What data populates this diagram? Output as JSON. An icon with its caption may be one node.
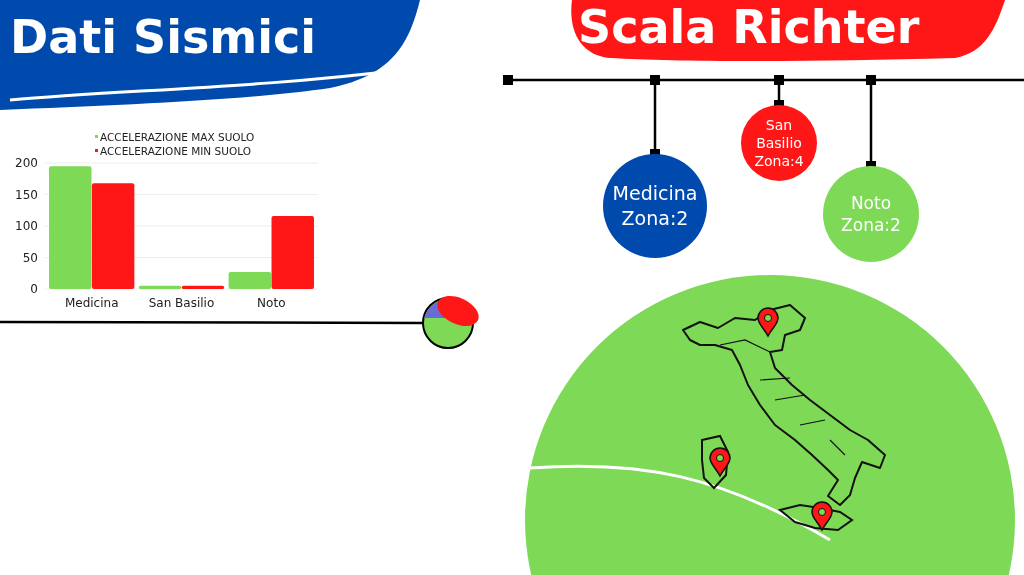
{
  "diagram": {
    "title": "Dati Sismici",
    "nodes": [
      {
        "text": [
          "Medicina Zona:2"
        ]
      },
      {
        "text": [
          "San Basilio Zona:4"
        ]
      },
      {
        "text": [
          "Noto Zona:2"
        ]
      }
    ],
    "edges": [
      {
        "from": null,
        "to": 0,
        "arrow": "other"
      },
      {
        "from": null,
        "to": 1,
        "arrow": "other"
      },
      {
        "from": null,
        "to": 2,
        "arrow": "other"
      }
    ],
    "labels": [
      "Scala Richter"
    ],
    "chart_data": {
      "type": "bar",
      "categories": [
        "Medicina",
        "San Basilio",
        "Noto"
      ],
      "series": [
        {
          "name": "ACCELERAZIONE MAX SUOLO",
          "color": "#7ed957",
          "values": [
            195,
            5,
            27
          ]
        },
        {
          "name": "ACCELERAZIONE MIN SUOLO",
          "color": "#ff1616",
          "values": [
            168,
            5,
            116
          ]
        }
      ],
      "ylim": [
        0,
        200
      ],
      "yticks": [
        0,
        50,
        100,
        150,
        200
      ],
      "grid": true,
      "legend": "top"
    }
  }
}
